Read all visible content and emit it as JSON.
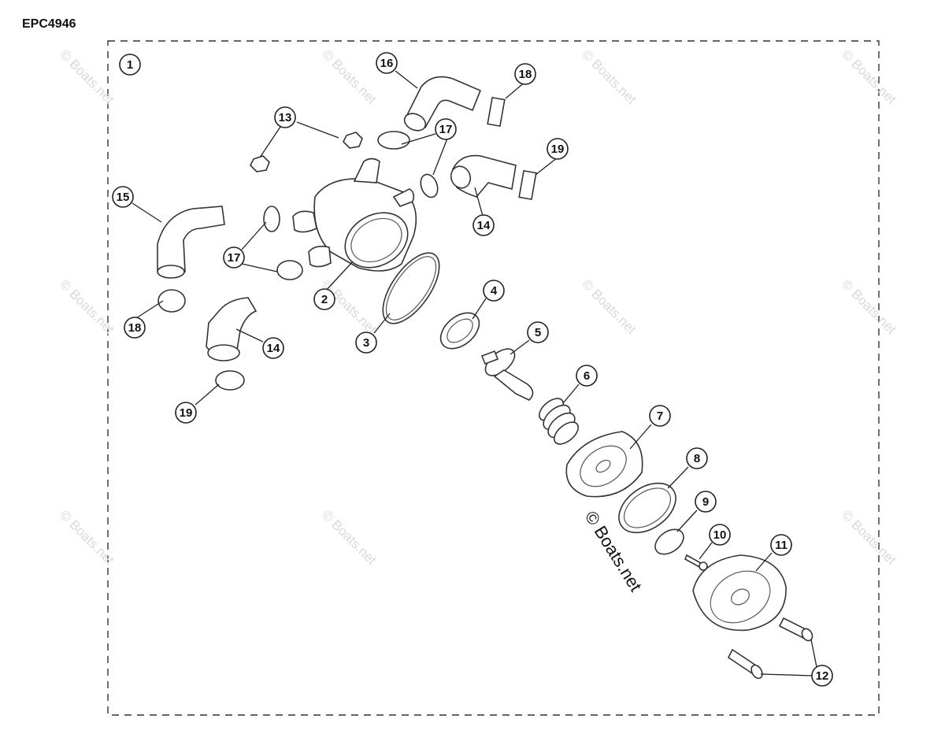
{
  "page_code": "EPC4946",
  "watermark_text": "© Boats.net",
  "copyright_text": "© Boats.net",
  "callouts": [
    "1",
    "2",
    "3",
    "4",
    "5",
    "6",
    "7",
    "8",
    "9",
    "10",
    "11",
    "12",
    "13",
    "14",
    "14",
    "15",
    "16",
    "17",
    "17",
    "18",
    "18",
    "19",
    "19"
  ]
}
